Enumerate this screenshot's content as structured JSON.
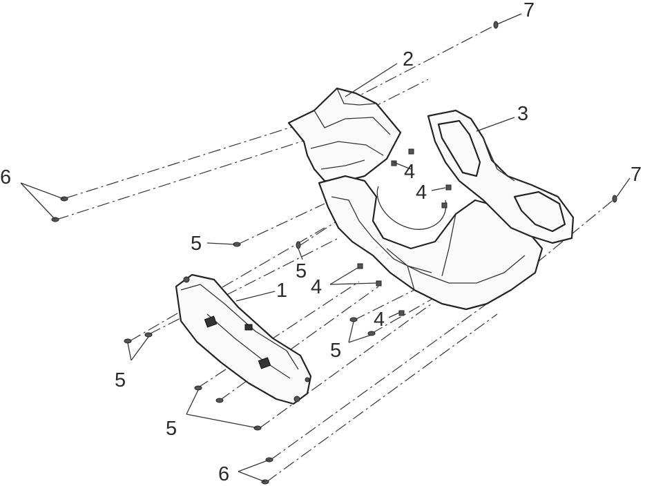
{
  "callouts": {
    "c1": "1",
    "c2": "2",
    "c3": "3",
    "c4a": "4",
    "c4b": "4",
    "c4c": "4",
    "c4d": "4",
    "c5a": "5",
    "c5b": "5",
    "c5c": "5",
    "c5d": "5",
    "c5e": "5",
    "c6a": "6",
    "c6b": "6",
    "c7a": "7",
    "c7b": "7"
  }
}
